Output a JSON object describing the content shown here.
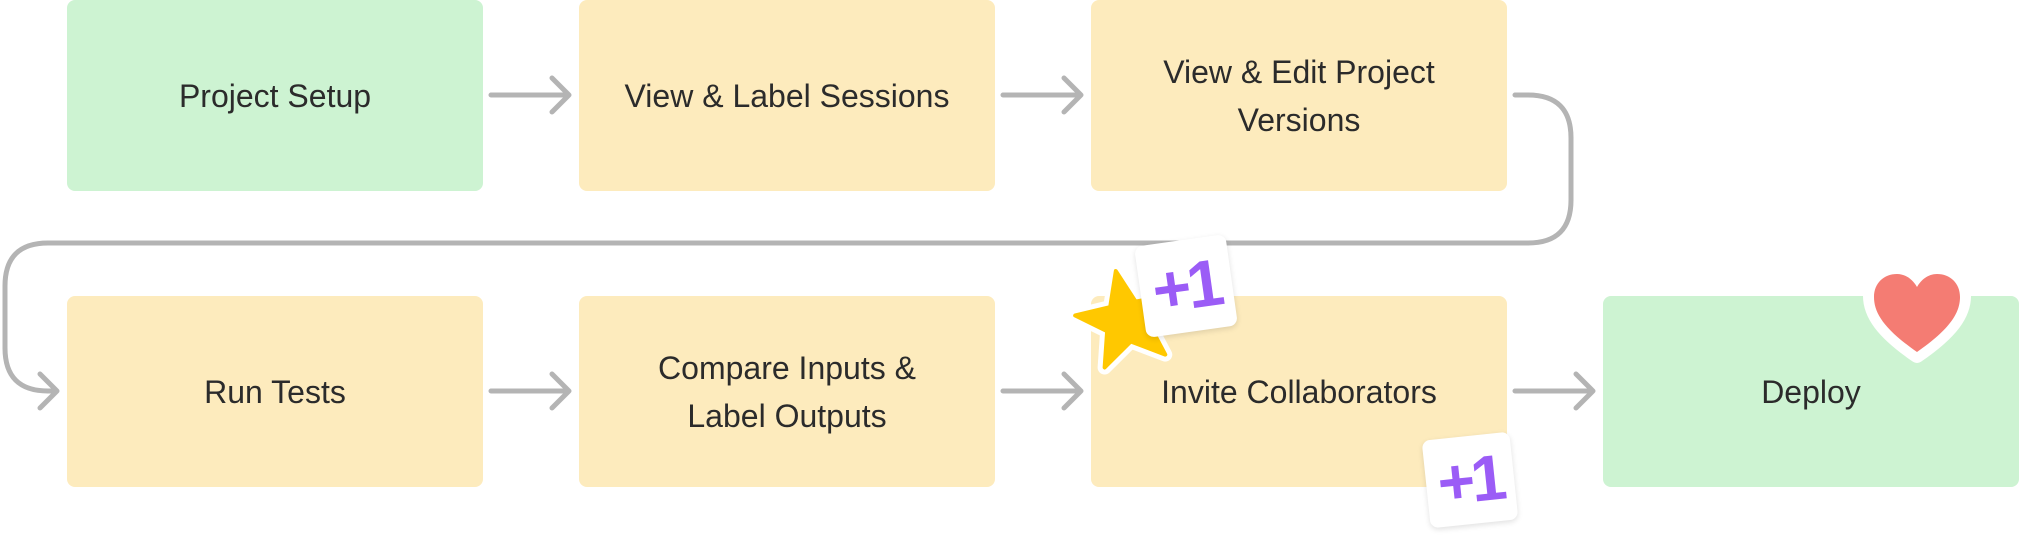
{
  "diagram": {
    "steps": [
      {
        "label": "Project Setup",
        "color": "#cdf3d2"
      },
      {
        "label": "View & Label Sessions",
        "color": "#fdebbd"
      },
      {
        "label": "View & Edit Project Versions",
        "color": "#fdebbd"
      },
      {
        "label": "Run Tests",
        "color": "#fdebbd"
      },
      {
        "label": "Compare Inputs & Label Outputs",
        "color": "#fdebbd"
      },
      {
        "label": "Invite Collaborators",
        "color": "#fdebbd"
      },
      {
        "label": "Deploy",
        "color": "#cdf3d2"
      }
    ],
    "connector_color": "#b4b4b4"
  },
  "stickers": {
    "plus_one_a": "+1",
    "plus_one_b": "+1",
    "star_icon": "star-icon",
    "heart_icon": "heart-icon",
    "plus_color": "#9b5cf6",
    "star_color": "#ffc800",
    "heart_color": "#f47c73"
  }
}
